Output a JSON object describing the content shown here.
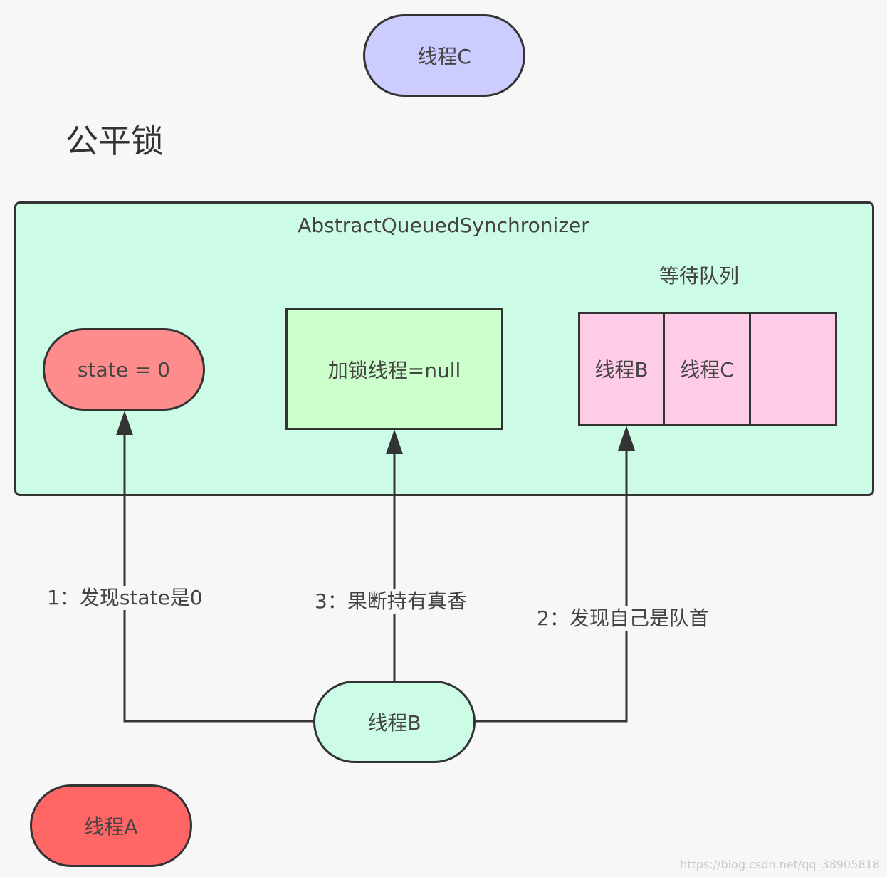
{
  "title": "公平锁",
  "thread_c_top": "线程C",
  "aqs": {
    "title": "AbstractQueuedSynchronizer",
    "state": "state = 0",
    "lock_owner": "加锁线程=null",
    "queue_title": "等待队列",
    "queue_cells": [
      "线程B",
      "线程C",
      ""
    ]
  },
  "edges": {
    "step1": "1：发现state是0",
    "step2": "2：发现自己是队首",
    "step3": "3：果断持有真香"
  },
  "thread_b": "线程B",
  "thread_a": "线程A",
  "watermark": "https://blog.csdn.net/qq_38905818",
  "colors": {
    "thread_c": "#ccccff",
    "aqs_bg": "#ccfbe6",
    "state": "#ff8c8c",
    "lock_owner": "#ccffcc",
    "queue_cell": "#ffcce8",
    "thread_b": "#ccfbe6",
    "thread_a": "#ff6666"
  }
}
